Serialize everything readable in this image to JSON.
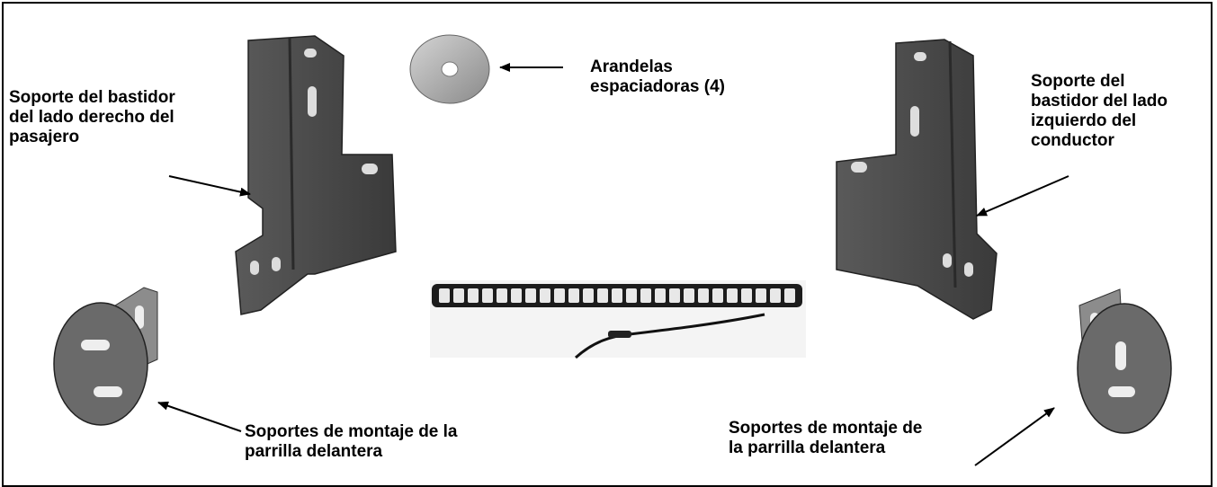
{
  "labels": {
    "washers": "Arandelas\nespaciadoras (4)",
    "right_frame_bracket": "Soporte del bastidor\ndel lado derecho del\npasajero",
    "left_frame_bracket": "Soporte del\nbastidor del lado\nizquierdo del\nconductor",
    "grille_mount_left": "Soportes de montaje de la\nparrilla delantera",
    "grille_mount_right": "Soportes de montaje de\nla parrilla delantera"
  },
  "colors": {
    "bracket_fill": "#4a4a4a",
    "bracket_dark": "#2e2e2e",
    "washer_fill": "#b5b5b5",
    "lightbar_body": "#1c1c1c",
    "led": "#e8e8e8"
  }
}
